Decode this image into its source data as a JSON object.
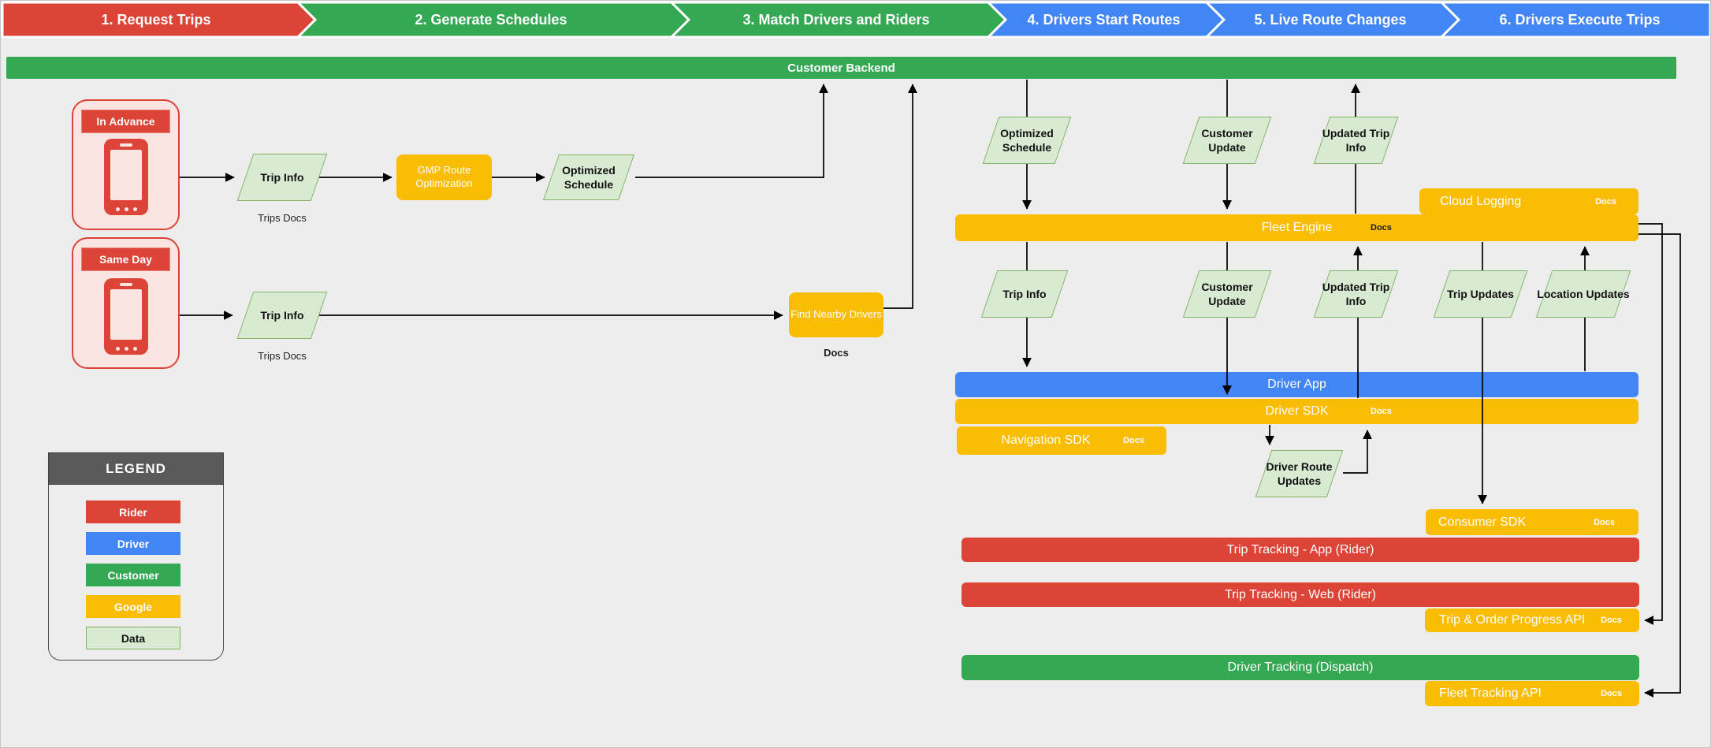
{
  "colors": {
    "rider_red": "#DB4437",
    "driver_blue": "#4285F4",
    "customer_green": "#34A853",
    "google_yellow": "#FBBC04",
    "data_green_fill": "#D9EAD3",
    "data_green_border": "#82B366",
    "background": "#EDEDED",
    "legend_header_gray": "#595959"
  },
  "chevrons": [
    {
      "label": "1. Request Trips",
      "color": "#DB4437"
    },
    {
      "label": "2. Generate Schedules",
      "color": "#34A853"
    },
    {
      "label": "3. Match Drivers and Riders",
      "color": "#34A853"
    },
    {
      "label": "4. Drivers Start Routes",
      "color": "#4285F4"
    },
    {
      "label": "5. Live Route Changes",
      "color": "#4285F4"
    },
    {
      "label": "6. Drivers Execute Trips",
      "color": "#4285F4"
    }
  ],
  "backend": {
    "label": "Customer Backend"
  },
  "sources": {
    "in_advance": {
      "label": "In Advance"
    },
    "same_day": {
      "label": "Same Day"
    }
  },
  "nodes": {
    "trip_info_1": "Trip Info",
    "trips_docs_1": "Trips Docs",
    "gmp_route_optimization": "GMP Route Optimization",
    "optimized_schedule_left": "Optimized Schedule",
    "trip_info_2": "Trip Info",
    "trips_docs_2": "Trips Docs",
    "find_nearby_drivers": "Find Nearby Drivers",
    "find_nearby_docs": "Docs",
    "optimized_schedule_top": "Optimized Schedule",
    "customer_update_top": "Customer Update",
    "updated_trip_info_top": "Updated Trip Info",
    "trip_info_mid": "Trip Info",
    "customer_update_mid": "Customer Update",
    "updated_trip_info_mid": "Updated Trip Info",
    "trip_updates": "Trip Updates",
    "location_updates": "Location Updates",
    "driver_route_updates": "Driver Route Updates"
  },
  "bars": {
    "fleet_engine": {
      "label": "Fleet Engine",
      "docs": "Docs"
    },
    "cloud_logging": {
      "label": "Cloud Logging",
      "docs": "Docs"
    },
    "driver_app": {
      "label": "Driver App"
    },
    "driver_sdk": {
      "label": "Driver SDK",
      "docs": "Docs"
    },
    "navigation_sdk": {
      "label": "Navigation SDK",
      "docs": "Docs"
    },
    "consumer_sdk": {
      "label": "Consumer SDK",
      "docs": "Docs"
    },
    "trip_tracking_app": {
      "label": "Trip Tracking - App (Rider)"
    },
    "trip_tracking_web": {
      "label": "Trip Tracking - Web  (Rider)"
    },
    "trip_order_progress_api": {
      "label": "Trip & Order Progress API",
      "docs": "Docs"
    },
    "driver_tracking": {
      "label": "Driver Tracking (Dispatch)"
    },
    "fleet_tracking_api": {
      "label": "Fleet Tracking API",
      "docs": "Docs"
    }
  },
  "legend": {
    "title": "LEGEND",
    "items": [
      {
        "label": "Rider",
        "color": "#DB4437"
      },
      {
        "label": "Driver",
        "color": "#4285F4"
      },
      {
        "label": "Customer",
        "color": "#34A853"
      },
      {
        "label": "Google",
        "color": "#FBBC04"
      },
      {
        "label": "Data",
        "color": "#D9EAD3"
      }
    ]
  }
}
